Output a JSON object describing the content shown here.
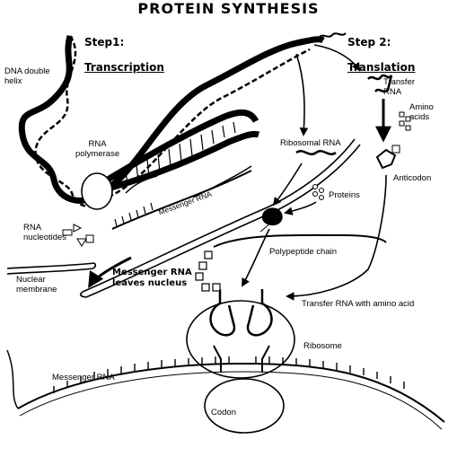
{
  "title": "PROTEIN SYNTHESIS",
  "steps": {
    "step1_number": "Step1:",
    "step1_name": "Transcription",
    "step2_number": "Step 2:",
    "step2_name": "Translation"
  },
  "labels": {
    "dna_double_helix": "DNA double\nhelix",
    "rna_polymerase": "RNA\npolymerase",
    "messenger_rna_on_strand": "Messenger RNA",
    "rna_nucleotides": "RNA\nnucleotides",
    "nuclear_membrane": "Nuclear\nmembrane",
    "messenger_rna_leaves_nucleus": "Messenger RNA\nleaves nucleus",
    "transfer_rna": "Transfer\nRNA",
    "amino_acids": "Amino\nacids",
    "anticodon": "Anticodon",
    "ribosomal_rna": "Ribosomal RNA",
    "proteins": "Proteins",
    "polypeptide_chain": "Polypeptide chain",
    "transfer_rna_with_amino_acid": "Transfer RNA with amino acid",
    "ribosome": "Ribosome",
    "messenger_rna_bottom": "Messenger RNA",
    "codon": "Codon"
  }
}
